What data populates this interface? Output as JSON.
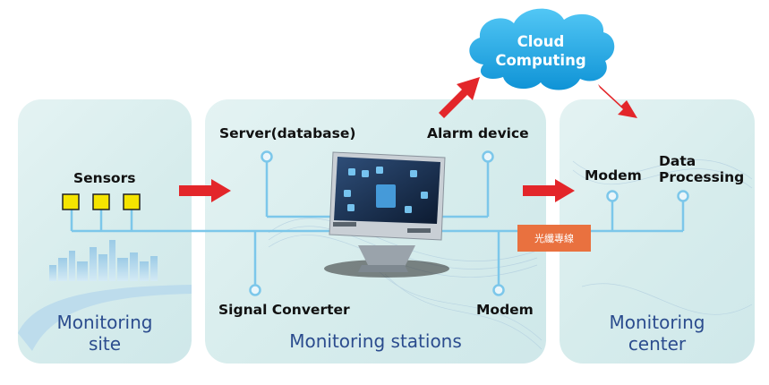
{
  "cloud": {
    "line1": "Cloud",
    "line2": "Computing"
  },
  "site": {
    "sensors_label": "Sensors",
    "zone_line1": "Monitoring",
    "zone_line2": "site"
  },
  "stations": {
    "server_label": "Server(database)",
    "alarm_label": "Alarm device",
    "signal_converter_label": "Signal Converter",
    "modem_label": "Modem",
    "zone_label": "Monitoring stations"
  },
  "center": {
    "modem_label": "Modem",
    "data_processing_line1": "Data",
    "data_processing_line2": "Processing",
    "zone_line1": "Monitoring",
    "zone_line2": "center"
  },
  "fiber_tag": "光纖專線",
  "colors": {
    "link_line": "#7cc7ea",
    "arrow": "#e3262a",
    "sensor_fill": "#f5e400",
    "panel_bg": "#d8eded",
    "zone_text": "#2b4c8e",
    "fiber_tag_bg": "#e9713f",
    "cloud": "#1ca7e5"
  }
}
